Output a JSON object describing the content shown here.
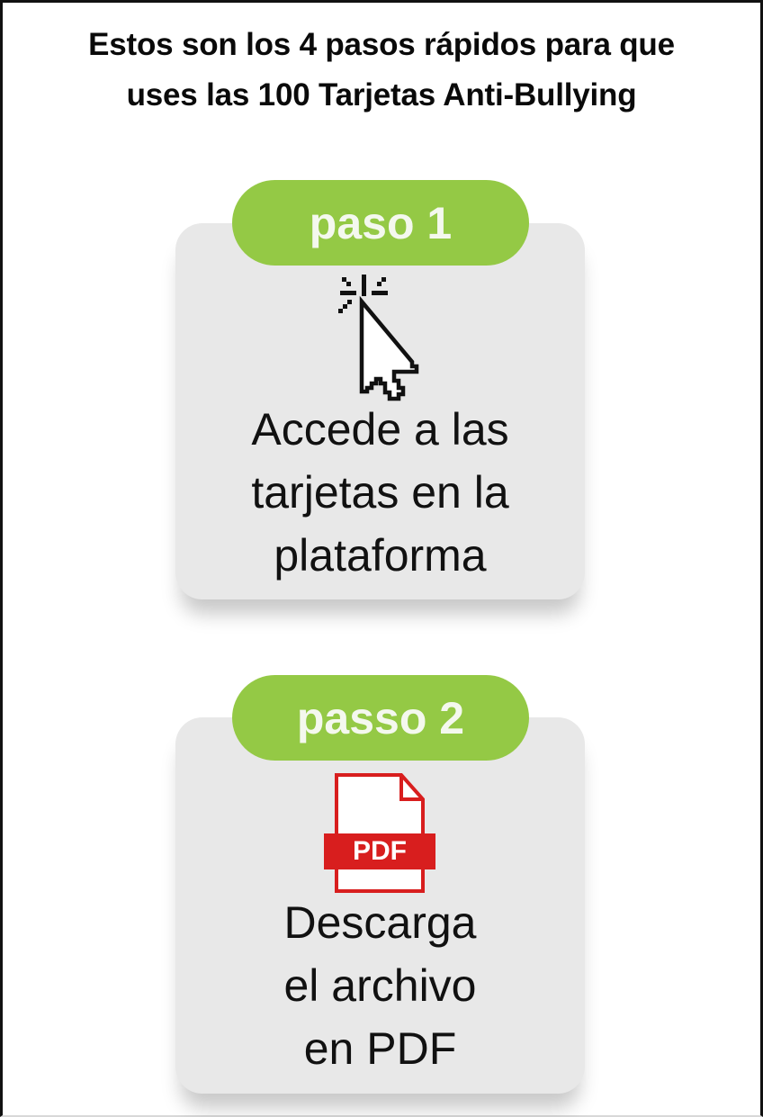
{
  "header": {
    "title_line1": "Estos son los 4 pasos rápidos para que",
    "title_line2": "uses las 100 Tarjetas Anti-Bullying"
  },
  "steps": [
    {
      "badge": "paso 1",
      "icon": "pixel-cursor-click-icon",
      "text_lines": [
        "Accede a las",
        "tarjetas en la",
        "plataforma"
      ]
    },
    {
      "badge": "passo 2",
      "icon": "pdf-file-icon",
      "icon_label": "PDF",
      "text_lines": [
        "Descarga",
        "el archivo",
        "en PDF"
      ]
    }
  ],
  "colors": {
    "badge_green": "#94c945",
    "card_gray": "#e8e8e8",
    "pdf_red": "#d81e1e"
  }
}
